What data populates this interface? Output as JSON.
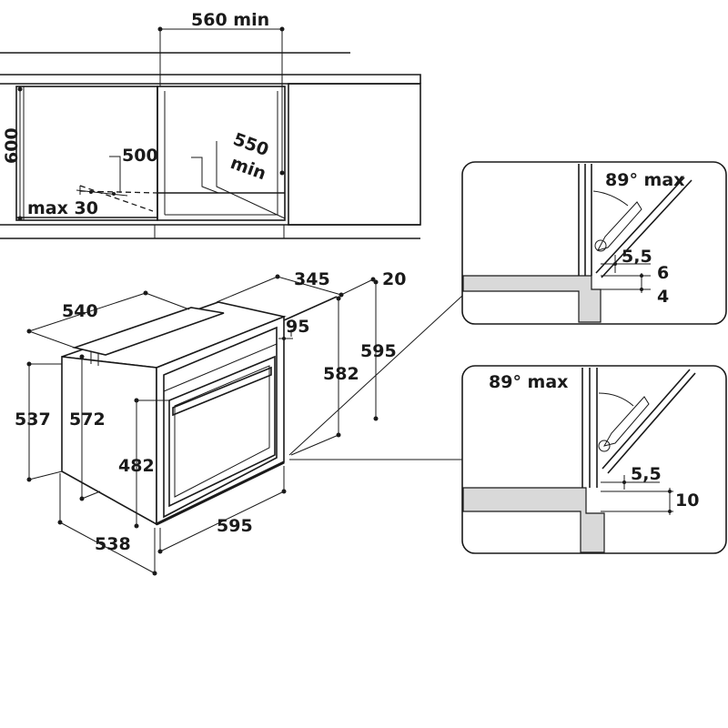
{
  "top_view": {
    "width_min": "560 min",
    "height": "600",
    "depth_500": "500",
    "depth_550": "550",
    "depth_min": "min",
    "vent_max": "max 30"
  },
  "oven_view": {
    "width_540": "540",
    "depth_345": "345",
    "offset_20": "20",
    "offset_95": "95",
    "height_595": "595",
    "height_582": "582",
    "height_537": "537",
    "height_572": "572",
    "height_482": "482",
    "width_595": "595",
    "depth_538": "538"
  },
  "detail_top": {
    "angle": "89° max",
    "gap_55": "5,5",
    "gap_6": "6",
    "gap_4": "4"
  },
  "detail_bottom": {
    "angle": "89° max",
    "gap_55": "5,5",
    "gap_10": "10"
  }
}
